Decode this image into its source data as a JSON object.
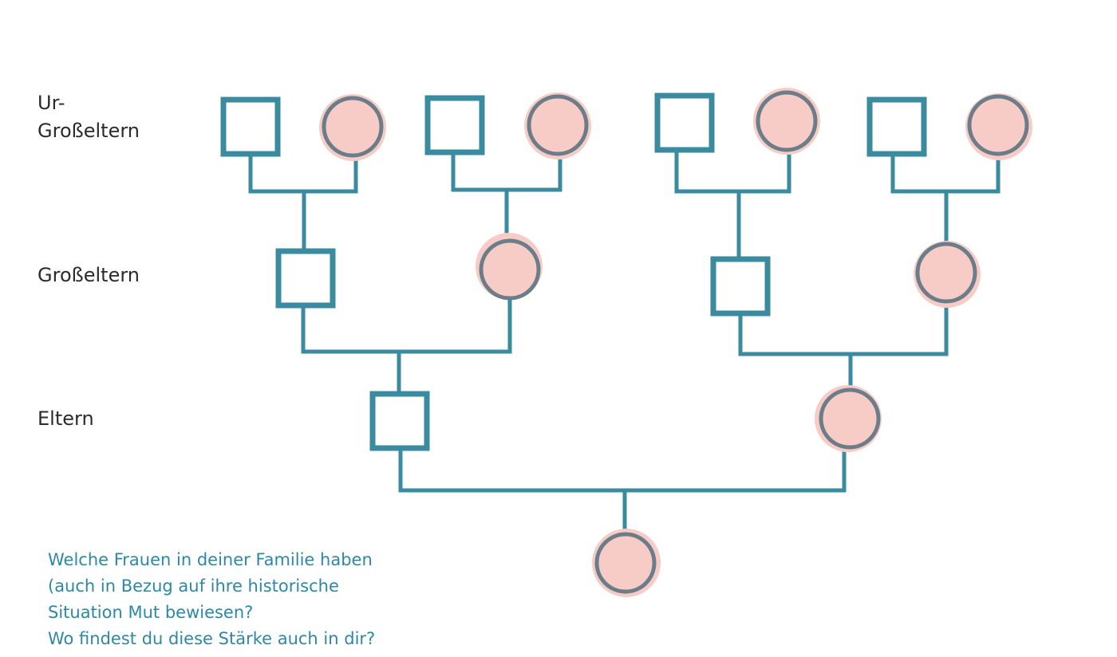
{
  "generation_labels": {
    "great_grandparents": "Ur-\nGroßeltern",
    "grandparents": "Großeltern",
    "parents": "Eltern"
  },
  "question_lines": [
    "Welche Frauen in deiner Familie haben",
    "(auch in Bezug auf ihre historische",
    "Situation Mut bewiesen?",
    "Wo findest du diese Stärke auch in dir?"
  ],
  "colors": {
    "line_and_male": "#3a8aa0",
    "female_fill": "#f8ccc6",
    "female_outline": "#6a7d88",
    "question_text": "#2e88a4",
    "label_text": "#2b2b2b"
  }
}
